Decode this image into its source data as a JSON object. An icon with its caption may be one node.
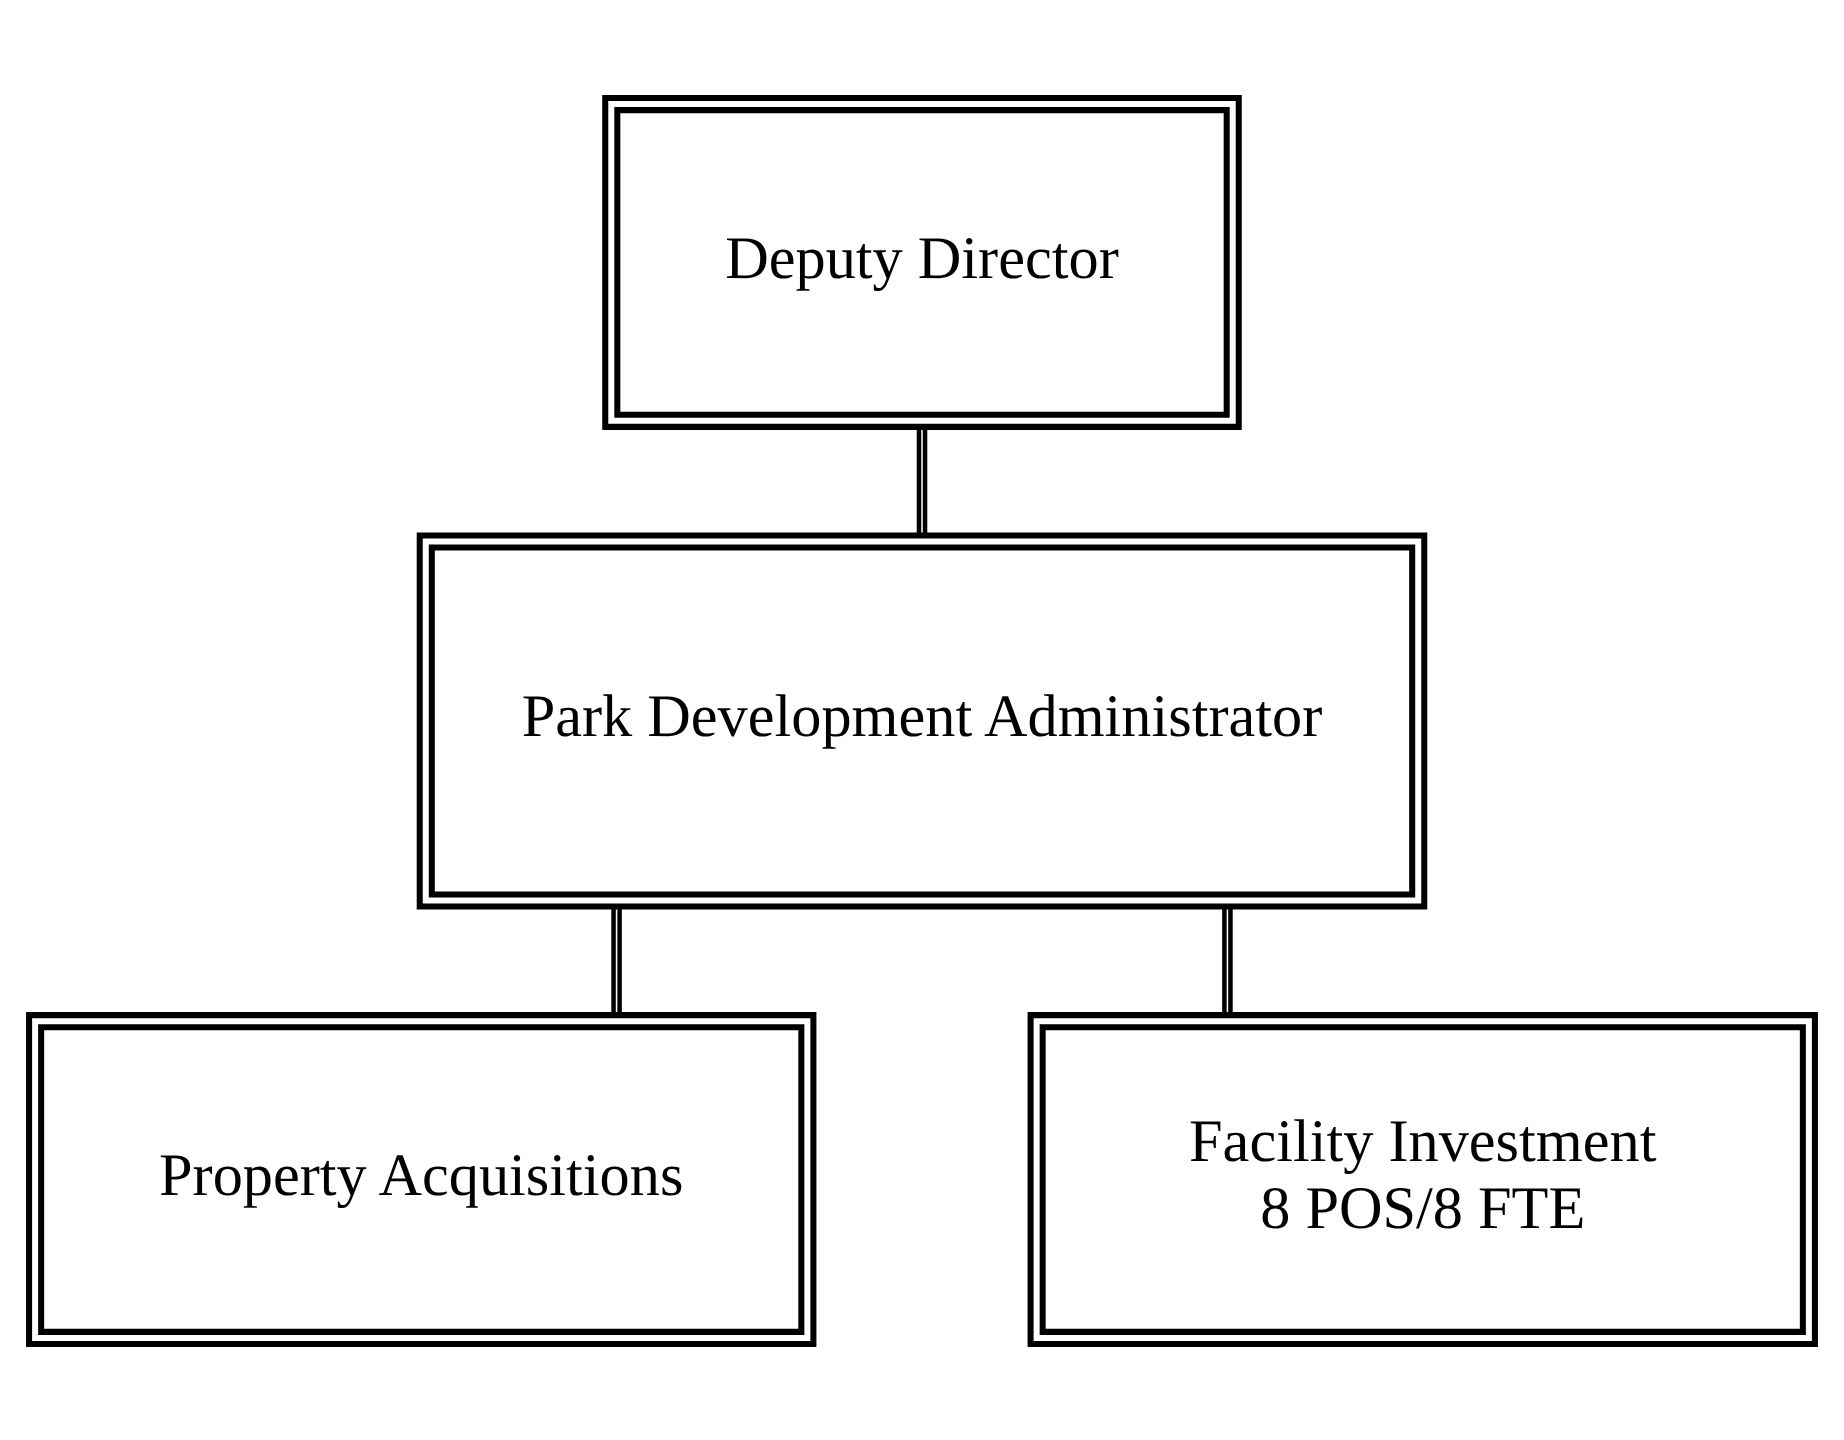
{
  "diagram": {
    "nodes": [
      {
        "text": [
          "Deputy Director"
        ]
      },
      {
        "text": [
          "Park Development Administrator"
        ]
      },
      {
        "text": [
          "Property Acquisitions"
        ]
      },
      {
        "text": [
          "Facility Investment",
          "8 POS/8 FTE"
        ]
      }
    ],
    "edges": [
      {
        "from": 0,
        "to": 1,
        "arrow": "none"
      },
      {
        "from": 1,
        "to": 2,
        "arrow": "none"
      },
      {
        "from": 1,
        "to": 3,
        "arrow": "none"
      }
    ]
  }
}
